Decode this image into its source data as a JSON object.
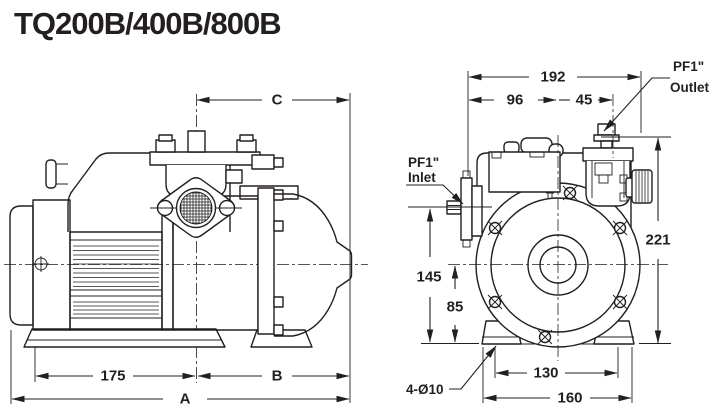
{
  "title": "TQ200B/400B/800B",
  "colors": {
    "ink": "#231f20",
    "background": "#ffffff"
  },
  "side_view": {
    "name": "pump side view",
    "dims": {
      "c": "C",
      "d175": "175",
      "b": "B",
      "a": "A"
    }
  },
  "front_view": {
    "name": "pump front view",
    "dims": {
      "d192": "192",
      "d96": "96",
      "d45": "45",
      "d221": "221",
      "d145": "145",
      "d85": "85",
      "d130": "130",
      "d160": "160",
      "holes": "4-Ø10"
    },
    "labels": {
      "outlet_line1": "PF1\"",
      "outlet_line2": "Outlet",
      "inlet_line1": "PF1\"",
      "inlet_line2": "Inlet"
    }
  }
}
